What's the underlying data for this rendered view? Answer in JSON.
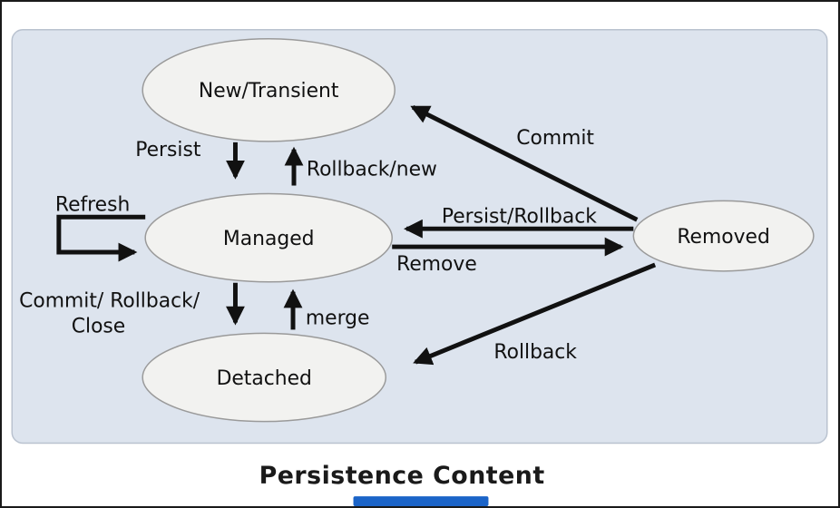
{
  "title": "Persistence Content",
  "colors": {
    "panel_background": "#dde4ee",
    "panel_border": "#b9c2cf",
    "node_fill": "#f2f2f0",
    "node_border": "#9a9a9a",
    "arrow": "#111111",
    "text": "#111111",
    "title": "#1a1a1a",
    "bottom_bar": "#1b64c8"
  },
  "nodes": {
    "new_transient": "New/Transient",
    "managed": "Managed",
    "removed": "Removed",
    "detached": "Detached"
  },
  "edges": {
    "persist": "Persist",
    "rollback_new": "Rollback/new",
    "commit": "Commit",
    "refresh": "Refresh",
    "persist_rollback": "Persist/Rollback",
    "remove": "Remove",
    "commit_rollback_close_line1": "Commit/ Rollback/",
    "commit_rollback_close_line2": "Close",
    "merge": "merge",
    "rollback": "Rollback"
  }
}
